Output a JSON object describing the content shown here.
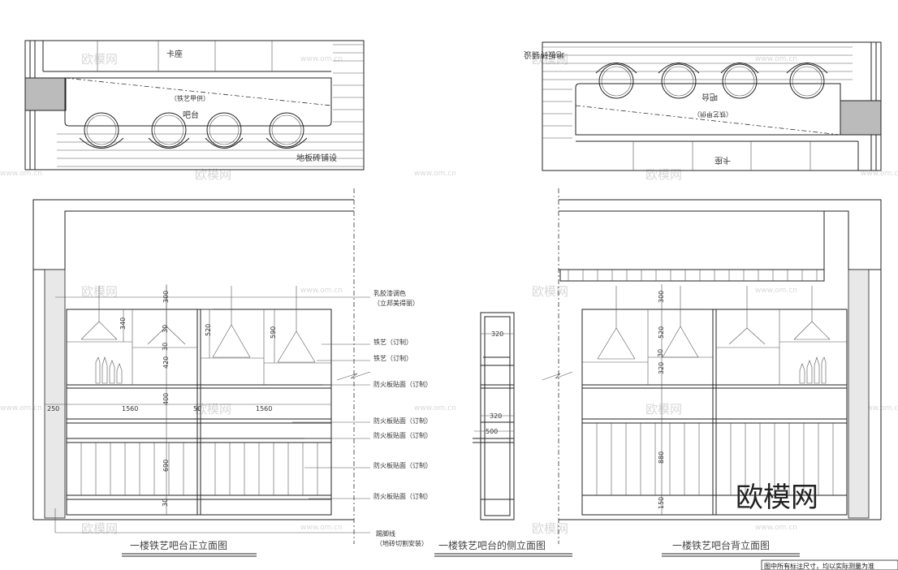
{
  "plan_front": {
    "seating_label": "卡座",
    "iron_label": "（铁艺甲供）",
    "bar_label": "吧台",
    "floor_label": "地板砖铺设"
  },
  "plan_back": {
    "seating_label": "卡座",
    "iron_label": "（铁艺甲供）",
    "bar_label": "吧台",
    "floor_label": "地板砖铺设"
  },
  "front_elevation": {
    "title": "一楼铁艺吧台正立面图",
    "dims": {
      "d300": "300",
      "d340": "340",
      "d30a": "30",
      "d520": "520",
      "d590": "590",
      "d30b": "30",
      "d420": "420",
      "d400": "400",
      "d250": "250",
      "d1560a": "1560",
      "d50": "50",
      "d1560b": "1560",
      "d690": "690",
      "d30c": "30"
    },
    "annotations": [
      "乳胶漆调色",
      "（立邦美得丽）",
      "铁艺（订制）",
      "铁艺（订制）",
      "防火板贴面（订制）",
      "防火板贴面（订制）",
      "防火板贴面（订制）",
      "防火板贴面（订制）",
      "防火板贴面（订制）",
      "踢脚线",
      "（地砖切割安装）"
    ]
  },
  "side_elevation": {
    "title": "一楼铁艺吧台的侧立面图",
    "dims": {
      "d320a": "320",
      "d320b": "320",
      "d500": "500"
    }
  },
  "back_elevation": {
    "title": "一楼铁艺吧台背立面图",
    "dims": {
      "d300": "300",
      "d520": "520",
      "d30": "30",
      "d320": "320",
      "d880": "880",
      "d150": "150"
    }
  },
  "watermarks": {
    "brand_cn": "欧模网",
    "brand_url": "www.om.cn"
  },
  "corner_note": "图中所有标注尺寸，均以实际测量为准"
}
